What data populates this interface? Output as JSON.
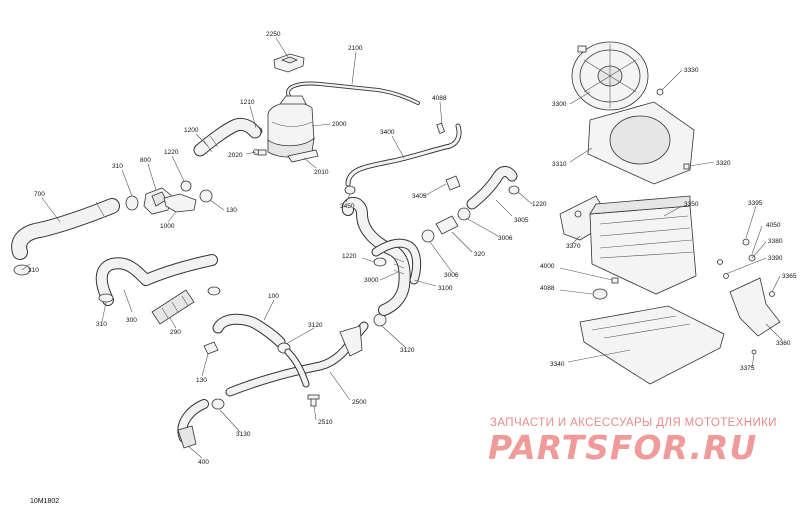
{
  "callouts": [
    {
      "id": "2250",
      "text": "2250"
    },
    {
      "id": "2100",
      "text": "2100"
    },
    {
      "id": "1210",
      "text": "1210"
    },
    {
      "id": "2000",
      "text": "2000"
    },
    {
      "id": "1200",
      "text": "1200"
    },
    {
      "id": "2020",
      "text": "2020"
    },
    {
      "id": "2010",
      "text": "2010"
    },
    {
      "id": "4088a",
      "text": "4088"
    },
    {
      "id": "3400",
      "text": "3400"
    },
    {
      "id": "310a",
      "text": "310"
    },
    {
      "id": "800",
      "text": "800"
    },
    {
      "id": "1220a",
      "text": "1220"
    },
    {
      "id": "700",
      "text": "700"
    },
    {
      "id": "130a",
      "text": "130"
    },
    {
      "id": "1000",
      "text": "1000"
    },
    {
      "id": "3405",
      "text": "3405"
    },
    {
      "id": "3450",
      "text": "3450"
    },
    {
      "id": "1220b",
      "text": "1220"
    },
    {
      "id": "3005",
      "text": "3005"
    },
    {
      "id": "3006a",
      "text": "3006"
    },
    {
      "id": "320",
      "text": "320"
    },
    {
      "id": "3006b",
      "text": "3006"
    },
    {
      "id": "1220c",
      "text": "1220"
    },
    {
      "id": "3000",
      "text": "3000"
    },
    {
      "id": "3100",
      "text": "3100"
    },
    {
      "id": "310b",
      "text": "310"
    },
    {
      "id": "310c",
      "text": "310"
    },
    {
      "id": "300",
      "text": "300"
    },
    {
      "id": "290",
      "text": "290"
    },
    {
      "id": "100",
      "text": "100"
    },
    {
      "id": "3120a",
      "text": "3120"
    },
    {
      "id": "3120b",
      "text": "3120"
    },
    {
      "id": "130b",
      "text": "130"
    },
    {
      "id": "2500",
      "text": "2500"
    },
    {
      "id": "2510",
      "text": "2510"
    },
    {
      "id": "3130",
      "text": "3130"
    },
    {
      "id": "400",
      "text": "400"
    },
    {
      "id": "3300",
      "text": "3300"
    },
    {
      "id": "3330",
      "text": "3330"
    },
    {
      "id": "3310",
      "text": "3310"
    },
    {
      "id": "3320",
      "text": "3320"
    },
    {
      "id": "3350",
      "text": "3350"
    },
    {
      "id": "3370",
      "text": "3370"
    },
    {
      "id": "4000",
      "text": "4000"
    },
    {
      "id": "4088b",
      "text": "4088"
    },
    {
      "id": "3340",
      "text": "3340"
    },
    {
      "id": "3395",
      "text": "3395"
    },
    {
      "id": "4050",
      "text": "4050"
    },
    {
      "id": "3380",
      "text": "3380"
    },
    {
      "id": "3390",
      "text": "3390"
    },
    {
      "id": "3365",
      "text": "3365"
    },
    {
      "id": "3360",
      "text": "3360"
    },
    {
      "id": "3375",
      "text": "3375"
    }
  ],
  "diagram_code": "10M1802",
  "watermark": {
    "subtitle": "ЗАПЧАСТИ И АКСЕССУАРЫ ДЛЯ МОТОТЕХНИКИ",
    "brand": "PARTSFOR.RU"
  },
  "colors": {
    "line": "#333333",
    "watermark": "#f09a9a"
  }
}
